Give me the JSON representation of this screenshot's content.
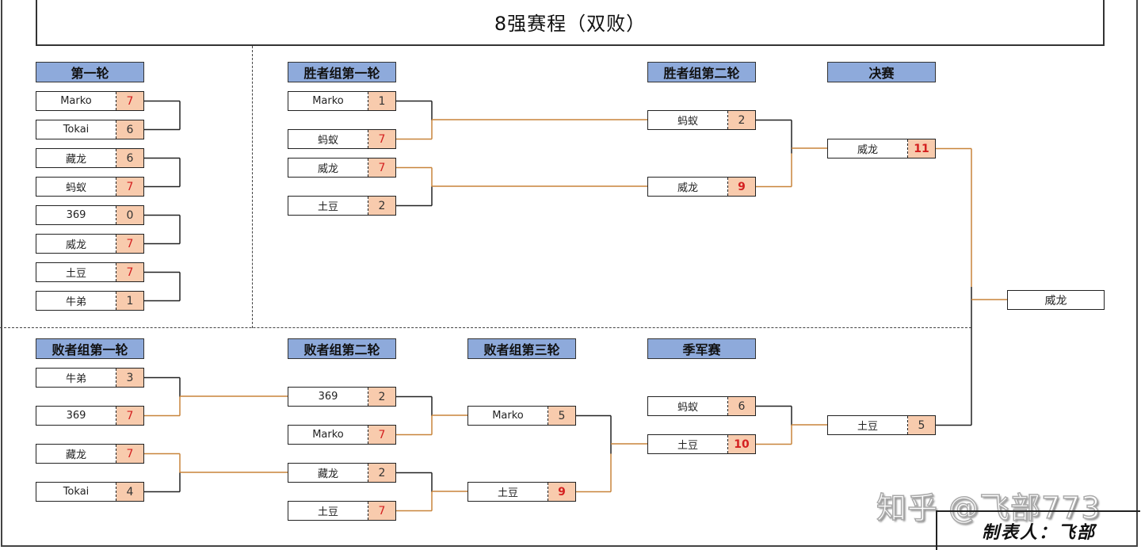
{
  "title": "8强赛程（双败）",
  "colors": {
    "header_bg": "#8EAADB",
    "score_bg": "#F8CBAD",
    "win_score": "#D42020",
    "win_line": "#C8843A",
    "lose_line": "#222222"
  },
  "headers": {
    "r1": "第一轮",
    "wr1": "胜者组第一轮",
    "wr2": "胜者组第二轮",
    "final": "决赛",
    "lr1": "败者组第一轮",
    "lr2": "败者组第二轮",
    "lr3": "败者组第三轮",
    "third": "季军赛"
  },
  "matches": {
    "r1": [
      [
        {
          "name": "Marko",
          "score": "7",
          "win": true
        },
        {
          "name": "Tokai",
          "score": "6",
          "win": false
        }
      ],
      [
        {
          "name": "藏龙",
          "score": "6",
          "win": false
        },
        {
          "name": "蚂蚁",
          "score": "7",
          "win": true
        }
      ],
      [
        {
          "name": "369",
          "score": "0",
          "win": false
        },
        {
          "name": "威龙",
          "score": "7",
          "win": true
        }
      ],
      [
        {
          "name": "土豆",
          "score": "7",
          "win": true
        },
        {
          "name": "牛弟",
          "score": "1",
          "win": false
        }
      ]
    ],
    "wr1": [
      [
        {
          "name": "Marko",
          "score": "1",
          "win": false
        },
        {
          "name": "蚂蚁",
          "score": "7",
          "win": true
        }
      ],
      [
        {
          "name": "威龙",
          "score": "7",
          "win": true
        },
        {
          "name": "土豆",
          "score": "2",
          "win": false
        }
      ]
    ],
    "wr2": [
      [
        {
          "name": "蚂蚁",
          "score": "2",
          "win": false
        },
        {
          "name": "威龙",
          "score": "9",
          "win": true
        }
      ]
    ],
    "lr1": [
      [
        {
          "name": "牛弟",
          "score": "3",
          "win": false
        },
        {
          "name": "369",
          "score": "7",
          "win": true
        }
      ],
      [
        {
          "name": "藏龙",
          "score": "7",
          "win": true
        },
        {
          "name": "Tokai",
          "score": "4",
          "win": false
        }
      ]
    ],
    "lr2": [
      [
        {
          "name": "369",
          "score": "2",
          "win": false
        },
        {
          "name": "Marko",
          "score": "7",
          "win": true
        }
      ],
      [
        {
          "name": "藏龙",
          "score": "2",
          "win": false
        },
        {
          "name": "土豆",
          "score": "7",
          "win": true
        }
      ]
    ],
    "lr3": [
      [
        {
          "name": "Marko",
          "score": "5",
          "win": false
        },
        {
          "name": "土豆",
          "score": "9",
          "win": true
        }
      ]
    ],
    "third": [
      [
        {
          "name": "蚂蚁",
          "score": "6",
          "win": false
        },
        {
          "name": "土豆",
          "score": "10",
          "win": true
        }
      ]
    ],
    "final": [
      [
        {
          "name": "威龙",
          "score": "11",
          "win": true
        },
        {
          "name": "土豆",
          "score": "5",
          "win": false
        }
      ]
    ]
  },
  "champion": "威龙",
  "watermark": "知乎 @飞部773",
  "maker": "制表人：飞部"
}
